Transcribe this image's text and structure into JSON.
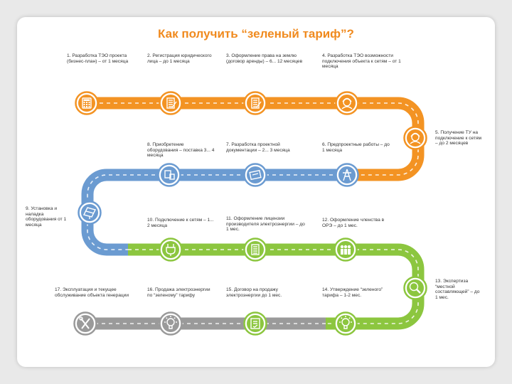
{
  "title": "Как получить “зеленый тариф”?",
  "colors": {
    "title": "#f08a1e",
    "orange": "#f39323",
    "blue": "#6b9bd1",
    "green": "#8cc63f",
    "gray": "#9a9a9a",
    "icon_fill": "#ffffff"
  },
  "steps": [
    {
      "label": "1. Разработка ТЭО проекта (бизнес-план) – от 1 месяца",
      "icon": "calculator-icon",
      "color": "orange"
    },
    {
      "label": "2. Регистрация юридического лица – до 1 месяца",
      "icon": "document-sign-icon",
      "color": "orange"
    },
    {
      "label": "3. Оформление права на землю (договор аренды) – 6... 12 месяцев",
      "icon": "contract-icon",
      "color": "orange"
    },
    {
      "label": "4. Разработка ТЭО возможности подключения объекта к сетям – от 1 месяца",
      "icon": "engineer-icon",
      "color": "orange"
    },
    {
      "label": "5. Получение ТУ на подключение к сетям – до 2 месяцев",
      "icon": "worker-icon",
      "color": "orange"
    },
    {
      "label": "6. Предпроектные работы – до 1 месяца",
      "icon": "power-tower-icon",
      "color": "blue"
    },
    {
      "label": "7. Разработка проектной документации – 2... 3 месяца",
      "icon": "blueprint-icon",
      "color": "blue"
    },
    {
      "label": "8. Приобретение оборудования – поставка 3... 4 месяца",
      "icon": "equipment-icon",
      "color": "blue"
    },
    {
      "label": "9. Установка и наладка оборудования от 1 месяца",
      "icon": "solar-panel-icon",
      "color": "blue"
    },
    {
      "label": "10. Подключение к сетям – 1... 2 месяца",
      "icon": "plug-icon",
      "color": "green"
    },
    {
      "label": "11. Оформление лицензии производителя электроэнергии – до 1 мес.",
      "icon": "license-icon",
      "color": "green"
    },
    {
      "label": "12. Оформление членства в ОРЭ – до 1 мес.",
      "icon": "people-icon",
      "color": "green"
    },
    {
      "label": "13. Экспертиза “местной составляющей” – до 1 мес.",
      "icon": "magnifier-icon",
      "color": "green"
    },
    {
      "label": "14. Утверждение “зеленого” тарифа – 1-2 мес.",
      "icon": "lightbulb-icon",
      "color": "green"
    },
    {
      "label": "15. Договор на продажу электроэнергии до 1 мес.",
      "icon": "handshake-icon",
      "color": "green"
    },
    {
      "label": "16. Продажа электроэнергии по “зеленому” тарифу",
      "icon": "bulb-sale-icon",
      "color": "gray"
    },
    {
      "label": "17. Эксплуатация и текущее обслуживание объекта генерации",
      "icon": "tools-icon",
      "color": "gray"
    }
  ]
}
